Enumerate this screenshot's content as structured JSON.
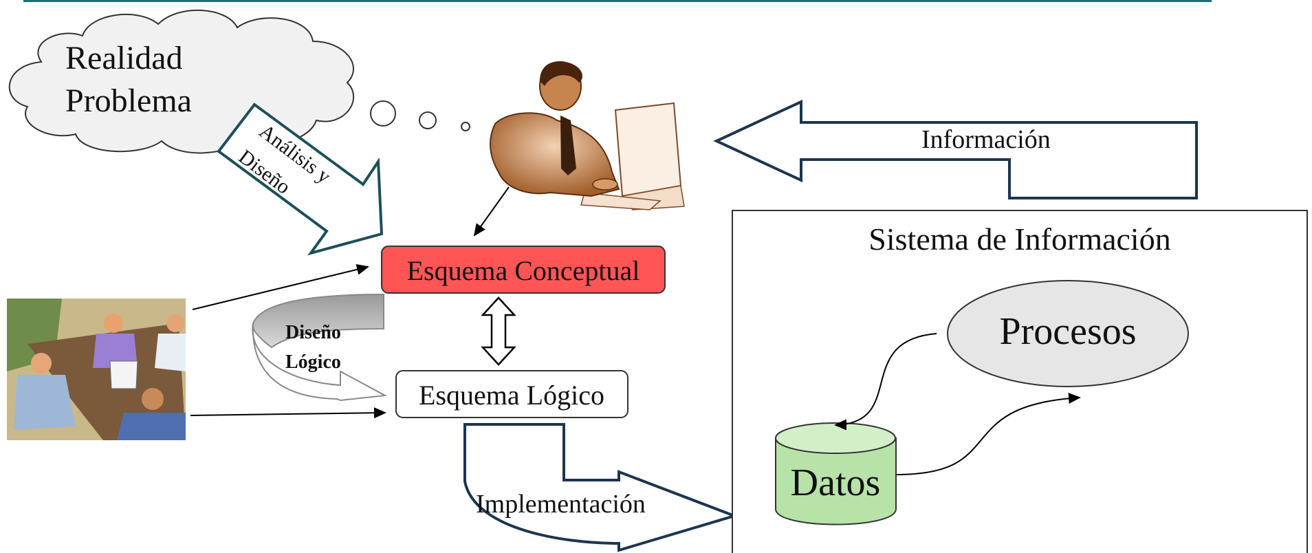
{
  "cloud": {
    "line1": "Realidad",
    "line2": "Problema"
  },
  "arrows": {
    "analysis": {
      "line1": "Análisis y",
      "line2": "Diseño"
    },
    "information": "Información",
    "logical_design": {
      "line1": "Diseño",
      "line2": "Lógico"
    },
    "implementation": "Implementación"
  },
  "boxes": {
    "conceptual": "Esquema Conceptual",
    "logical": "Esquema Lógico"
  },
  "system": {
    "title": "Sistema de Información",
    "processes": "Procesos",
    "data": "Datos"
  },
  "icons": {
    "person": "person-at-computer-icon",
    "meeting": "meeting-illustration-icon"
  },
  "colors": {
    "accent_line": "#1f6f73",
    "conceptual_fill": "#ff5555",
    "data_fill": "#b7e3a8",
    "process_fill": "#e6e6e6",
    "arrow_stroke": "#1c3550"
  }
}
